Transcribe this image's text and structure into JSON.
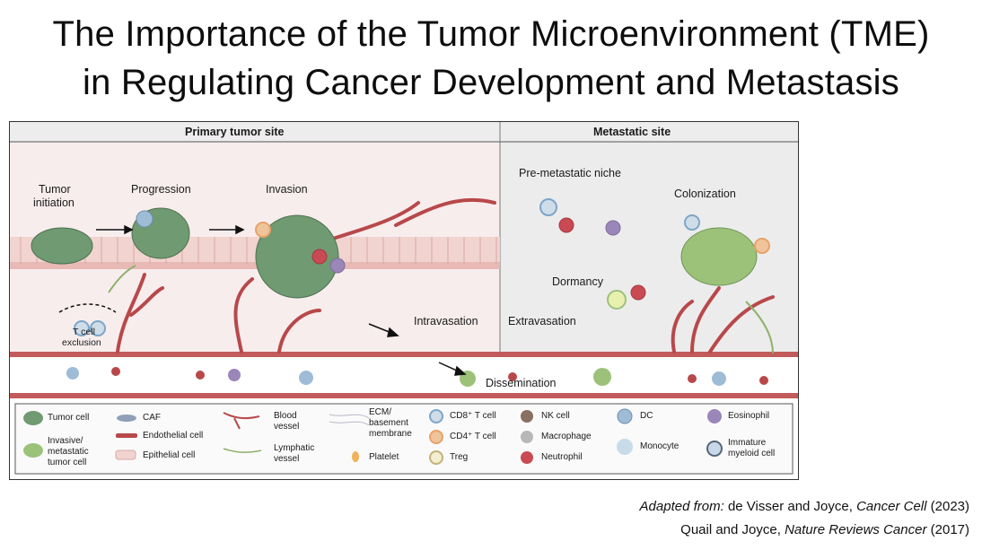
{
  "title": {
    "line1": "The Importance of the Tumor Microenvironment (TME)",
    "line2": "in Regulating Cancer Development and Metastasis"
  },
  "figure": {
    "sections": {
      "primary": "Primary tumor site",
      "metastatic": "Metastatic site"
    },
    "stages": {
      "initiation_line1": "Tumor",
      "initiation_line2": "initiation",
      "progression": "Progression",
      "invasion": "Invasion",
      "intravasation": "Intravasation",
      "pre_metastatic": "Pre-metastatic niche",
      "colonization": "Colonization",
      "dormancy": "Dormancy",
      "extravasation": "Extravasation",
      "dissemination": "Dissemination",
      "t_cell_exclusion_line1": "T cell",
      "t_cell_exclusion_line2": "exclusion"
    },
    "legend": {
      "tumor_cell": "Tumor cell",
      "invasive_line1": "Invasive/",
      "invasive_line2": "metastatic",
      "invasive_line3": "tumor cell",
      "caf": "CAF",
      "endothelial": "Endothelial cell",
      "epithelial": "Epithelial cell",
      "blood_vessel_line1": "Blood",
      "blood_vessel_line2": "vessel",
      "lymphatic_line1": "Lymphatic",
      "lymphatic_line2": "vessel",
      "ecm_line1": "ECM/",
      "ecm_line2": "basement",
      "ecm_line3": "membrane",
      "platelet": "Platelet",
      "cd8": "CD8⁺ T cell",
      "cd4": "CD4⁺ T cell",
      "treg": "Treg",
      "nk": "NK cell",
      "macrophage": "Macrophage",
      "neutrophil": "Neutrophil",
      "dc": "DC",
      "monocyte": "Monocyte",
      "eosinophil": "Eosinophil",
      "immature_line1": "Immature",
      "immature_line2": "myeloid cell"
    }
  },
  "credits": {
    "line1_prefix": "Adapted from:",
    "line1_authors": "de Visser and Joyce,",
    "line1_journal": "Cancer Cell",
    "line1_year": "(2023)",
    "line2_authors": "Quail and Joyce,",
    "line2_journal": "Nature Reviews Cancer",
    "line2_year": "(2017)"
  },
  "colors": {
    "tumor": "#6f9a72",
    "invasive": "#9cc27a",
    "vessel": "#b8484a",
    "tissue_pink": "#f4dcdc",
    "tissue_grey": "#ececec",
    "cd8_blue": "#7da6c8",
    "cd4_orange": "#e8a26a",
    "neutrophil_red": "#c94a52",
    "eosinophil_purple": "#9a86b8"
  }
}
